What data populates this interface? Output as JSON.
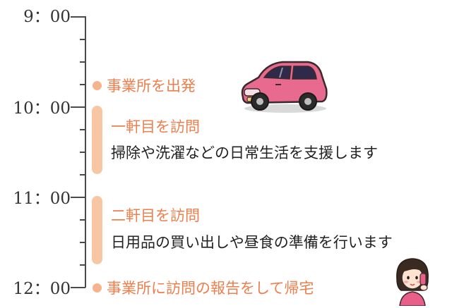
{
  "timeline": {
    "times": [
      "9：00",
      "10：00",
      "11：00",
      "12：00"
    ],
    "events": {
      "depart": "事業所を出発",
      "visit1": {
        "title": "一軒目を訪問",
        "desc": "掃除や洗濯などの日常生活を支援します"
      },
      "visit2": {
        "title": "二軒目を訪問",
        "desc": "日用品の買い出しや昼食の準備を行います"
      },
      "report": "事業所に訪問の報告をして帰宅"
    }
  },
  "colors": {
    "accent": "#ee7f4c",
    "bar": "#f7c7a4",
    "dot": "#f5b48b",
    "car": "#e86a8e",
    "axis": "#4a4a4a"
  },
  "icons": [
    "car-icon",
    "woman-on-phone-icon"
  ]
}
